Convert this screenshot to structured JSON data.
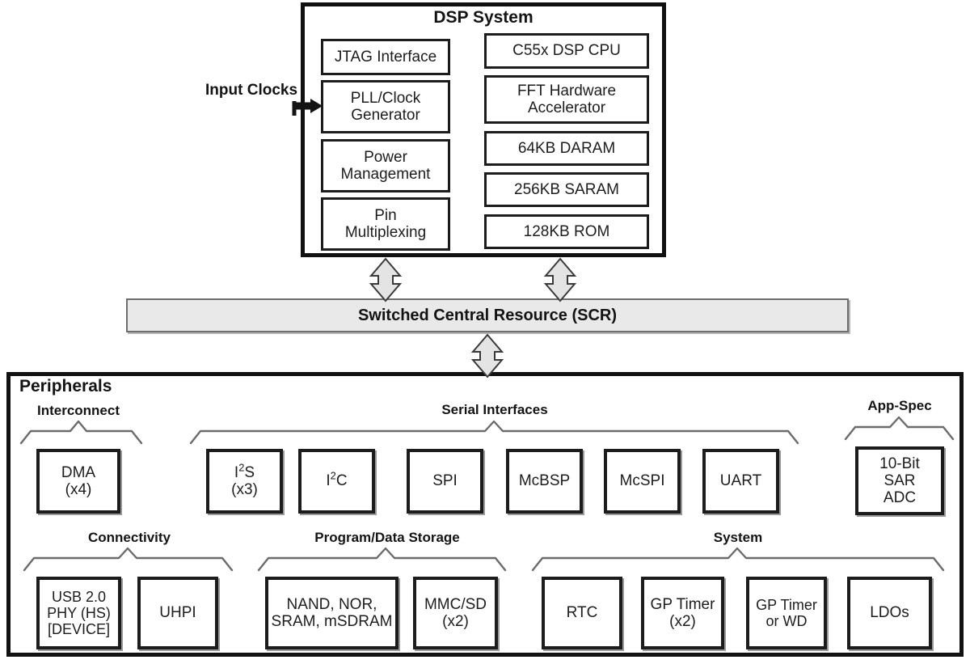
{
  "diagram": {
    "dsp_system": {
      "title": "DSP System",
      "input_label": "Input\nClocks",
      "input_label_line1": "Input",
      "input_label_line2": "Clocks",
      "left_column": [
        {
          "label": "JTAG Interface"
        },
        {
          "label": "PLL/Clock Generator",
          "line1": "PLL/Clock",
          "line2": "Generator"
        },
        {
          "label": "Power Management",
          "line1": "Power",
          "line2": "Management"
        },
        {
          "label": "Pin Multiplexing",
          "line1": "Pin",
          "line2": "Multiplexing"
        }
      ],
      "right_column": [
        {
          "label": "C55x DSP CPU"
        },
        {
          "label": "FFT Hardware Accelerator",
          "line1": "FFT Hardware",
          "line2": "Accelerator"
        },
        {
          "label": "64KB DARAM"
        },
        {
          "label": "256KB SARAM"
        },
        {
          "label": "128KB ROM"
        }
      ]
    },
    "scr": {
      "label": "Switched Central Resource (SCR)",
      "fill_color": "#e9e9e9",
      "border_color": "#6e6e6e"
    },
    "peripherals": {
      "title": "Peripherals",
      "groups": [
        {
          "name": "Interconnect",
          "blocks": [
            {
              "line1": "DMA",
              "line2": "(x4)"
            }
          ]
        },
        {
          "name": "Serial Interfaces",
          "blocks": [
            {
              "line1": "I2S",
              "line2": "(x3)",
              "superscript": true
            },
            {
              "line1": "I2C",
              "line2": "",
              "superscript": true
            },
            {
              "line1": "SPI",
              "line2": ""
            },
            {
              "line1": "McBSP",
              "line2": ""
            },
            {
              "line1": "McSPI",
              "line2": ""
            },
            {
              "line1": "UART",
              "line2": ""
            }
          ]
        },
        {
          "name": "App-Spec",
          "blocks": [
            {
              "line1": "10-Bit",
              "line2": "SAR",
              "line3": "ADC"
            }
          ]
        },
        {
          "name": "Connectivity",
          "blocks": [
            {
              "line1": "USB 2.0",
              "line2": "PHY (HS)",
              "line3": "[DEVICE]"
            },
            {
              "line1": "UHPI",
              "line2": ""
            }
          ]
        },
        {
          "name": "Program/Data Storage",
          "blocks": [
            {
              "line1": "NAND, NOR,",
              "line2": "SRAM, mSDRAM"
            },
            {
              "line1": "MMC/SD",
              "line2": "(x2)"
            }
          ]
        },
        {
          "name": "System",
          "blocks": [
            {
              "line1": "RTC",
              "line2": ""
            },
            {
              "line1": "GP Timer",
              "line2": "(x2)"
            },
            {
              "line1": "GP Timer",
              "line2": "or WD"
            },
            {
              "line1": "LDOs",
              "line2": ""
            }
          ]
        }
      ]
    },
    "connectors": {
      "bidirectional_arrow_icon": "double-headed-vertical-arrow",
      "input_arrow_icon": "right-arrow",
      "arrow_fill": "#e4e4e4",
      "arrow_stroke": "#3a3a3a",
      "brace_icon": "curly-brace-up",
      "brace_color": "#6b6b6b"
    }
  }
}
